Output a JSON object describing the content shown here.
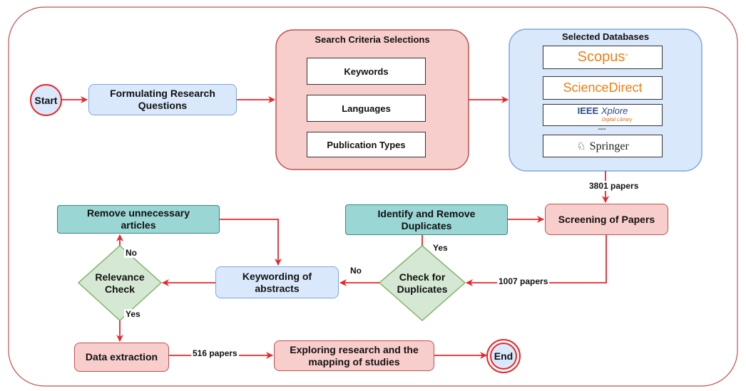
{
  "start": "Start",
  "end": "End",
  "formulating": "Formulating Research Questions",
  "search_criteria": {
    "title": "Search Criteria Selections",
    "items": [
      "Keywords",
      "Languages",
      "Publication Types"
    ]
  },
  "databases": {
    "title": "Selected Databases",
    "scopus": "Scopus",
    "sciencedirect": "ScienceDirect",
    "ieee": "IEEE",
    "ieee_xplore": "Xplore",
    "ieee_sub": "Digital Library",
    "ellipsis": "....",
    "springer": "Springer"
  },
  "papers_3801": "3801 papers",
  "screening": "Screening of Papers",
  "papers_1007": "1007 papers",
  "check_duplicates": "Check for Duplicates",
  "identify_remove": "Identify and Remove Duplicates",
  "yes_dup": "Yes",
  "no_dup": "No",
  "keywording": "Keywording of abstracts",
  "relevance": "Relevance Check",
  "no_rel": "No",
  "yes_rel": "Yes",
  "remove_unnecessary": "Remove unnecessary articles",
  "data_extraction": "Data extraction",
  "papers_516": "516 papers",
  "exploring": "Exploring research and the mapping of studies",
  "colors": {
    "arrow": "#e8262a",
    "blue_fill": "#dae8fc",
    "red_fill": "#f8cecc",
    "teal_fill": "#9ad6d3",
    "diamond_fill": "#d5e8d4",
    "frame": "#c0504d"
  }
}
